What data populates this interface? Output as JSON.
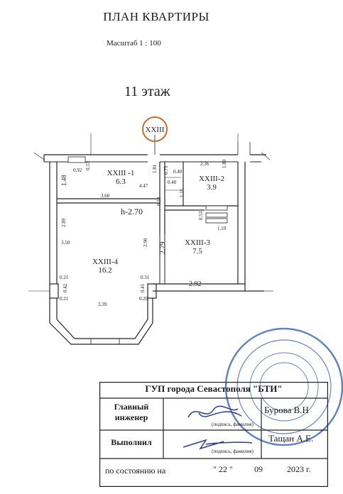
{
  "header": {
    "title": "ПЛАН КВАРТИРЫ",
    "scale": "Масштаб 1 : 100",
    "floor": "11 этаж"
  },
  "plan": {
    "section_marker": "XXIII",
    "ceiling_height": "h-2.70",
    "rooms": [
      {
        "id": "XXIII -1",
        "area": "6.3"
      },
      {
        "id": "XXIII-2",
        "area": "3.9"
      },
      {
        "id": "XXIII-3",
        "area": "7.5"
      },
      {
        "id": "XXIII-4",
        "area": "16.2"
      }
    ],
    "dimensions": {
      "d092": "0.92",
      "d033a": "0.33",
      "d181": "1.81",
      "d075": "0.75",
      "d040a": "0.40",
      "d040b": "0.40",
      "d236": "2.36",
      "d180": "1.80",
      "d148": "1.48",
      "d447": "4.47",
      "d116": "1.16",
      "d360": "3.60",
      "d033b": "0.33",
      "d053": "0.53",
      "d119": "1.19",
      "d289": "2.89",
      "d350": "3.50",
      "d290": "2.90",
      "d279": "2.79",
      "d021a": "0.21",
      "d042": "0.42",
      "d021b": "0.21",
      "d031": "0.31",
      "d041": "0.41",
      "d020": "0.20",
      "d292": "2.92",
      "d339": "3.39"
    }
  },
  "stamp": {
    "organization": "ГУП города Севастополя \"БТИ\"",
    "row1_role": "Главный инженер",
    "row1_role_line1": "Главный",
    "row1_role_line2": "инженер",
    "row1_name": "Бурова В.Н",
    "row1_caption": "(подпись, фамилия)",
    "row2_role": "Выполнил",
    "row2_name": "Тащан А.Е.",
    "row2_caption": "(подпись, фамилия)",
    "date_label": "по состоянию на",
    "date_day": "\" 22 \"",
    "date_month": "09",
    "date_year": "2023 г."
  }
}
